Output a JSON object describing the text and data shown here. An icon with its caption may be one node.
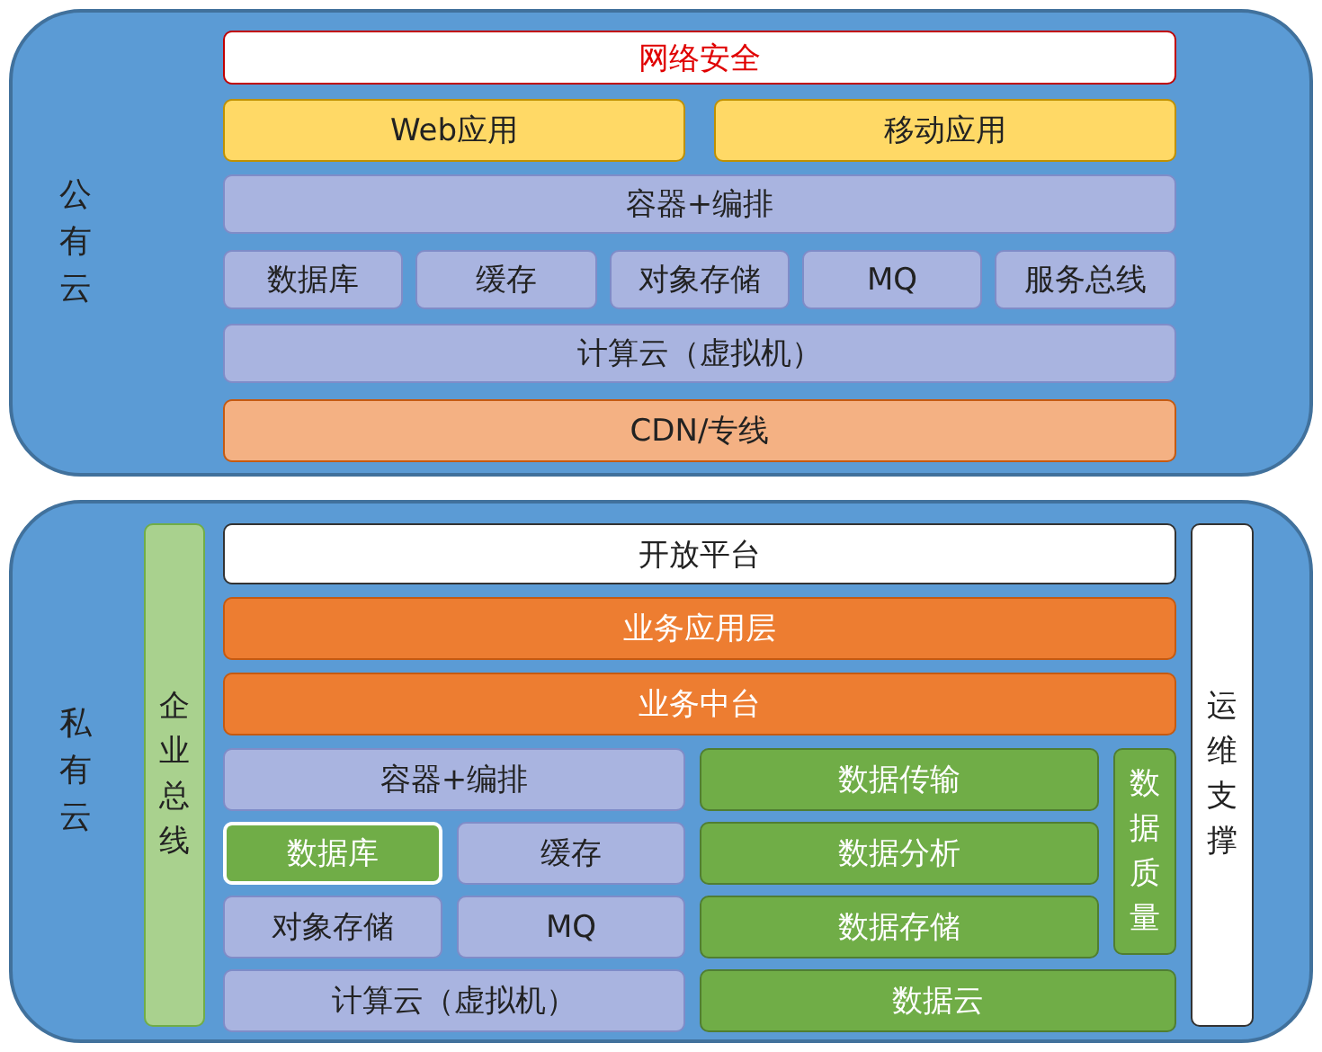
{
  "diagram": {
    "nodes": [
      {
        "text": [
          "公有云"
        ]
      },
      {
        "text": [
          "网络安全"
        ],
        "in": 0
      },
      {
        "text": [
          "Web应用"
        ],
        "in": 0
      },
      {
        "text": [
          "移动应用"
        ],
        "in": 0
      },
      {
        "text": [
          "容器+编排"
        ],
        "in": 0
      },
      {
        "text": [
          "数据库"
        ],
        "in": 0
      },
      {
        "text": [
          "缓存"
        ],
        "in": 0
      },
      {
        "text": [
          "对象存储"
        ],
        "in": 0
      },
      {
        "text": [
          "MQ"
        ],
        "in": 0
      },
      {
        "text": [
          "服务总线"
        ],
        "in": 0
      },
      {
        "text": [
          "计算云（虚拟机）"
        ],
        "in": 0
      },
      {
        "text": [
          "CDN/专线"
        ],
        "in": 0
      },
      {
        "text": [
          "私有云"
        ]
      },
      {
        "text": [
          "企业总线"
        ],
        "in": 12
      },
      {
        "text": [
          "开放平台"
        ],
        "in": 12
      },
      {
        "text": [
          "业务应用层"
        ],
        "in": 12
      },
      {
        "text": [
          "业务中台"
        ],
        "in": 12
      },
      {
        "text": [
          "容器+编排"
        ],
        "in": 12
      },
      {
        "text": [
          "数据传输"
        ],
        "in": 12
      },
      {
        "text": [
          "数据质量"
        ],
        "in": 12
      },
      {
        "text": [
          "数据库"
        ],
        "in": 12
      },
      {
        "text": [
          "缓存"
        ],
        "in": 12
      },
      {
        "text": [
          "数据分析"
        ],
        "in": 12
      },
      {
        "text": [
          "对象存储"
        ],
        "in": 12
      },
      {
        "text": [
          "MQ"
        ],
        "in": 12
      },
      {
        "text": [
          "数据存储"
        ],
        "in": 12
      },
      {
        "text": [
          "计算云（虚拟机）"
        ],
        "in": 12
      },
      {
        "text": [
          "数据云"
        ],
        "in": 12
      },
      {
        "text": [
          "运维支撑"
        ],
        "in": 12
      }
    ]
  }
}
